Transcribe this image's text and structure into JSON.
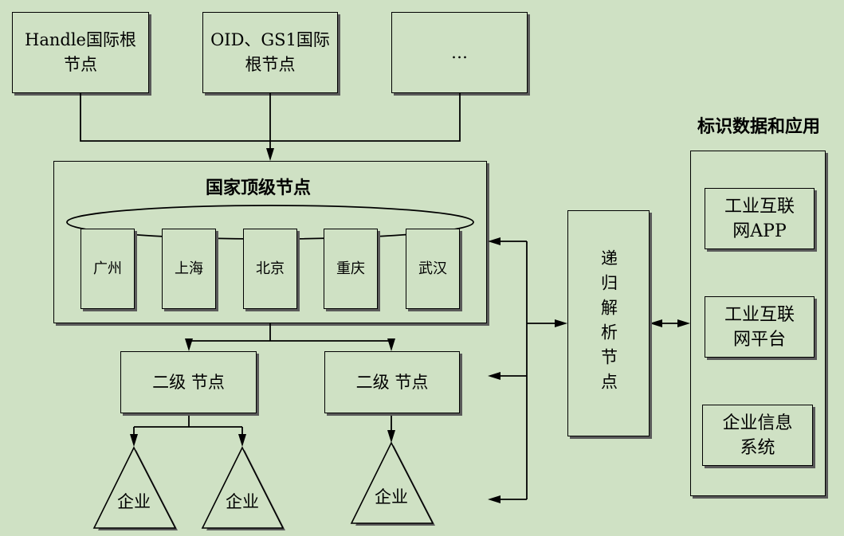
{
  "root_nodes": [
    {
      "lines": [
        "Handle国际根",
        "节点"
      ]
    },
    {
      "lines": [
        "OID、GS1国际",
        "根节点"
      ]
    },
    {
      "lines": [
        "…"
      ]
    }
  ],
  "national_top_node": {
    "title": "国家顶级节点",
    "cities": [
      "广州",
      "上海",
      "北京",
      "重庆",
      "武汉"
    ]
  },
  "secondary_nodes": [
    "二级 节点",
    "二级 节点"
  ],
  "enterprises": [
    "企业",
    "企业",
    "企业"
  ],
  "recursive_node": {
    "label": "递归解析节点"
  },
  "applications": {
    "title": "标识数据和应用",
    "items": [
      {
        "lines": [
          "工业互联",
          "网APP"
        ]
      },
      {
        "lines": [
          "工业互联",
          "网平台"
        ]
      },
      {
        "lines": [
          "企业信息",
          "系统"
        ]
      }
    ]
  },
  "colors": {
    "background": "#cfe1c4",
    "line": "#000000",
    "shadow": "#5a5a5a"
  }
}
